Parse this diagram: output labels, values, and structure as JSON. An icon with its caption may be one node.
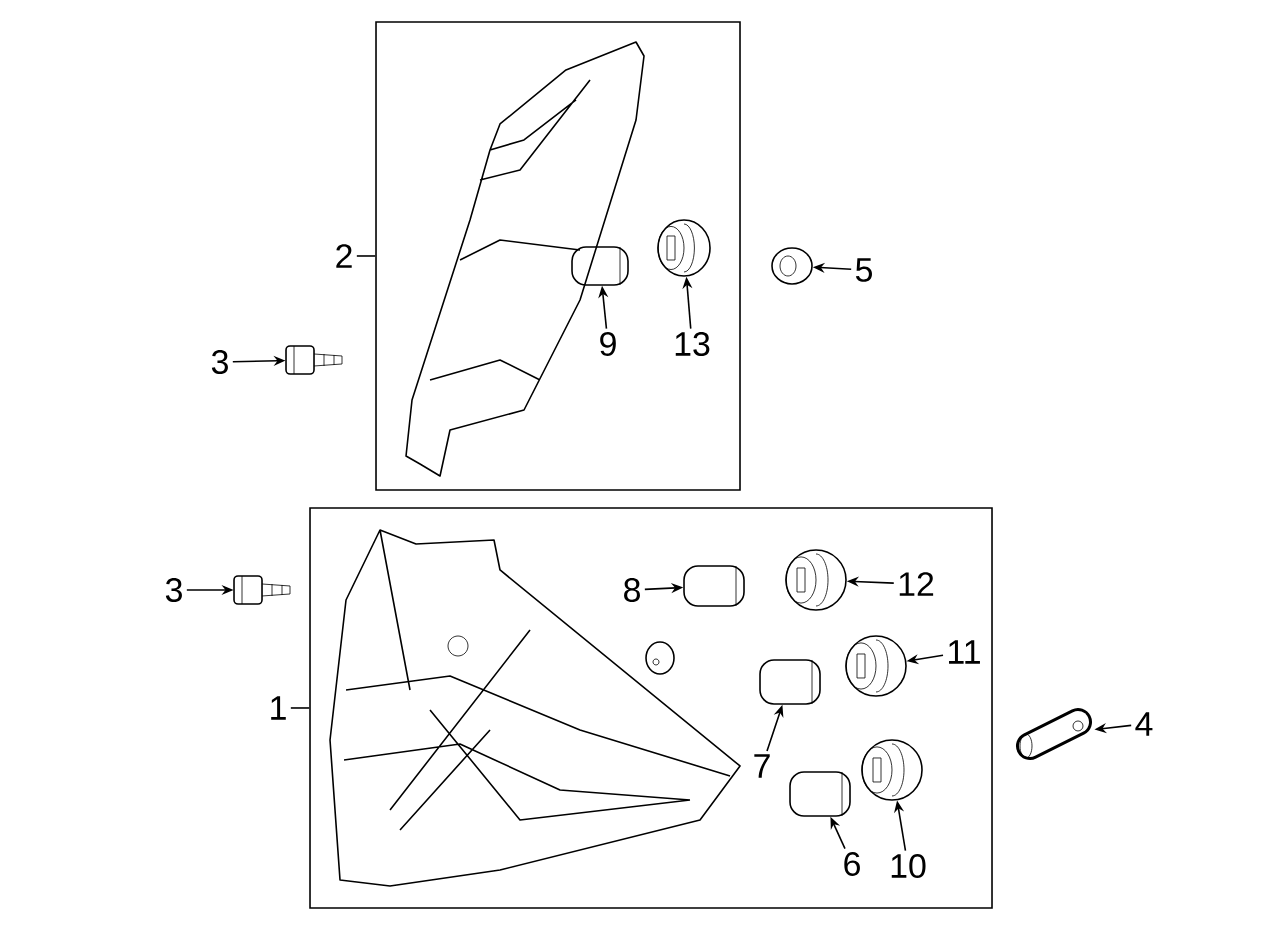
{
  "diagram": {
    "nodes": [
      {
        "text": [],
        "shape": "box"
      },
      {
        "text": [],
        "shape": "box"
      },
      {
        "text": [
          "2"
        ]
      },
      {
        "text": [
          "1"
        ]
      },
      {
        "text": [],
        "shape": "picture",
        "in": 0
      },
      {
        "text": [],
        "shape": "picture",
        "in": 0
      },
      {
        "text": [
          "9"
        ],
        "in": 0
      },
      {
        "text": [
          "13"
        ],
        "in": 0
      },
      {
        "text": [
          "3"
        ]
      },
      {
        "text": [],
        "shape": "picture"
      },
      {
        "text": [
          "3"
        ]
      },
      {
        "text": [],
        "shape": "picture"
      },
      {
        "text": [
          "5"
        ]
      },
      {
        "text": [],
        "shape": "picture"
      },
      {
        "text": [],
        "shape": "picture",
        "in": 1
      },
      {
        "text": [
          "8"
        ],
        "in": 1
      },
      {
        "text": [],
        "shape": "picture",
        "in": 1
      },
      {
        "text": [
          "12"
        ],
        "in": 1
      },
      {
        "text": [],
        "shape": "picture",
        "in": 1
      },
      {
        "text": [
          "7"
        ],
        "in": 1
      },
      {
        "text": [],
        "shape": "picture",
        "in": 1
      },
      {
        "text": [
          "11"
        ],
        "in": 1
      },
      {
        "text": [],
        "shape": "picture",
        "in": 1
      },
      {
        "text": [
          "6"
        ],
        "in": 1
      },
      {
        "text": [],
        "shape": "picture",
        "in": 1
      },
      {
        "text": [
          "10"
        ],
        "in": 1
      },
      {
        "text": [],
        "shape": "picture"
      },
      {
        "text": [
          "4"
        ]
      }
    ],
    "edges": [
      {
        "from": 2,
        "to": 0,
        "arrow": "none"
      },
      {
        "from": 3,
        "to": 1,
        "arrow": "none"
      },
      {
        "from": 6,
        "to": 4,
        "arrow": "to"
      },
      {
        "from": 7,
        "to": 5,
        "arrow": "to"
      },
      {
        "from": 8,
        "to": 9,
        "arrow": "to"
      },
      {
        "from": 10,
        "to": 11,
        "arrow": "to"
      },
      {
        "from": 12,
        "to": 13,
        "arrow": "to"
      },
      {
        "from": 15,
        "to": 14,
        "arrow": "to"
      },
      {
        "from": 17,
        "to": 16,
        "arrow": "to"
      },
      {
        "from": 19,
        "to": 18,
        "arrow": "to"
      },
      {
        "from": 21,
        "to": 20,
        "arrow": "to"
      },
      {
        "from": 23,
        "to": 22,
        "arrow": "to"
      },
      {
        "from": 25,
        "to": 24,
        "arrow": "to"
      },
      {
        "from": 27,
        "to": 26,
        "arrow": "to"
      }
    ]
  }
}
